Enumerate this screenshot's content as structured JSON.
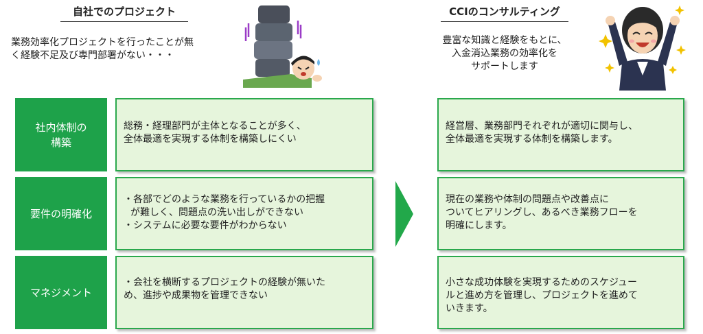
{
  "left": {
    "title": "自社でのプロジェクト",
    "intro_line1": "業務効率化プロジェクトを行ったことが無",
    "intro_line2": "く経験不足及び専門部署がない・・・",
    "rows": [
      {
        "label_line1": "社内体制の",
        "label_line2": "構築",
        "line1": "総務・経理部門が主体となることが多く、",
        "line2": "全体最適を実現する体制を構築しにくい"
      },
      {
        "label_line1": "要件の明確化",
        "b1_line1": "・各部でどのような業務を行っているかの把握",
        "b1_line2": "が難しく、問題点の洗い出しができない",
        "b2_line1": "・システムに必要な要件がわからない"
      },
      {
        "label_line1": "マネジメント",
        "line1": "・会社を横断するプロジェクトの経験が無いた",
        "line2": "め、進捗や成果物を管理できない"
      }
    ]
  },
  "right": {
    "title": "CCIのコンサルティング",
    "intro_line1": "豊富な知識と経験をもとに、",
    "intro_line2": "入金消込業務の効率化を",
    "intro_line3": "サポートします",
    "rows": [
      {
        "line1": "経営層、業務部門それぞれが適切に関与し、",
        "line2": "全体最適を実現する体制を構築します。"
      },
      {
        "line1": "現在の業務や体制の問題点や改善点に",
        "line2": "ついてヒアリングし、あるべき業務フローを",
        "line3": "明確にします。"
      },
      {
        "line1": "小さな成功体験を実現するためのスケジュー",
        "line2": "ルと進め方を管理し、プロジェクトを進めて",
        "line3": "いきます。"
      }
    ]
  },
  "colors": {
    "label_green": "#1ea24a",
    "box_fill": "#e6f5dc",
    "box_border": "#2aa84c",
    "arrow_green": "#22a84a"
  },
  "icons": {
    "left_illustration": "crushed-person-under-weights-icon",
    "right_illustration": "cheering-woman-icon",
    "arrow": "right-arrow-icon"
  }
}
